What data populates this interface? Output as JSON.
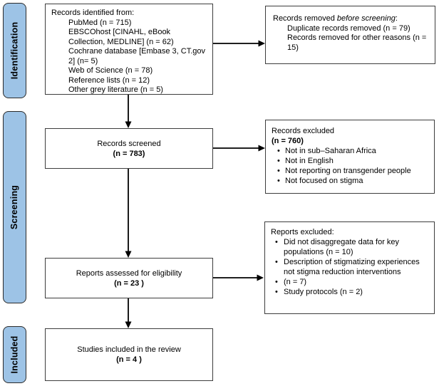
{
  "ui": {
    "bullet": "•"
  },
  "colors": {
    "stage_fill": "#9DC3E6",
    "stage_border": "#2b2b2b",
    "box_border": "#3d3d3d",
    "arrow": "#000000"
  },
  "stages": {
    "identification": "Identification",
    "screening": "Screening",
    "included": "Included"
  },
  "boxes": {
    "identified": {
      "title": "Records identified from:",
      "items": [
        "PubMed (n = 715)",
        "EBSCOhost [CINAHL, eBook Collection, MEDLINE] (n = 62)",
        "Cochrane database [Embase 3, CT.gov 2] (n= 5)",
        "Web of Science (n = 78)",
        "Reference lists (n = 12)",
        "Other grey literature (n = 5)"
      ]
    },
    "removed": {
      "title_prefix": "Records removed ",
      "title_italic": "before screening",
      "title_suffix": ":",
      "items": [
        "Duplicate records removed (n = 79)",
        "Records removed for other reasons (n = 15)"
      ]
    },
    "screened": {
      "line1": "Records screened",
      "line2": "(n = 783)"
    },
    "records_excluded": {
      "line1": "Records excluded",
      "line2": "(n = 760)",
      "bullets": [
        "Not in sub–Saharan Africa",
        "Not in English",
        "Not reporting on transgender people",
        "Not focused on stigma"
      ]
    },
    "assessed": {
      "line1": "Reports assessed for eligibility",
      "line2": "(n = 23 )"
    },
    "reports_excluded": {
      "title": "Reports excluded:",
      "bullets": [
        "Did not disaggregate data for key populations (n = 10)",
        "Description of stigmatizing experiences not stigma reduction interventions",
        "(n = 7)",
        "Study protocols (n = 2)"
      ]
    },
    "included_studies": {
      "line1": "Studies included in the review",
      "line2": "(n = 4 )"
    }
  }
}
